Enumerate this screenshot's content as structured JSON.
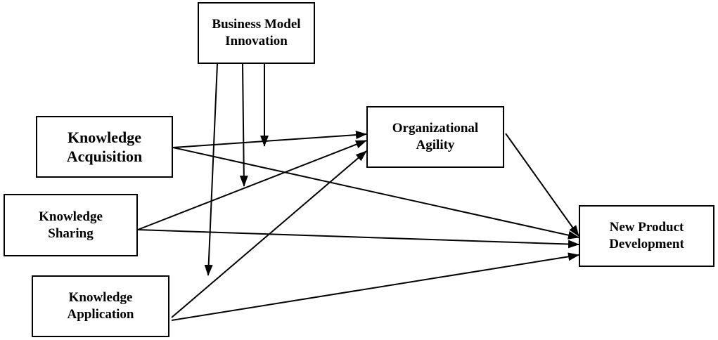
{
  "nodes": {
    "business_model_innovation": {
      "line1": "Business Model",
      "line2": "Innovation"
    },
    "knowledge_acquisition": {
      "line1": "Knowledge",
      "line2": "Acquisition"
    },
    "knowledge_sharing": {
      "line1": "Knowledge",
      "line2": "Sharing"
    },
    "knowledge_application": {
      "line1": "Knowledge",
      "line2": "Application"
    },
    "organizational_agility": {
      "line1": "Organizational",
      "line2": "Agility"
    },
    "new_product_development": {
      "line1": "New Product",
      "line2": "Development"
    }
  },
  "edges": [
    {
      "from": "knowledge_acquisition",
      "to": "organizational_agility"
    },
    {
      "from": "knowledge_sharing",
      "to": "organizational_agility"
    },
    {
      "from": "knowledge_application",
      "to": "organizational_agility"
    },
    {
      "from": "knowledge_acquisition",
      "to": "new_product_development"
    },
    {
      "from": "knowledge_sharing",
      "to": "new_product_development"
    },
    {
      "from": "knowledge_application",
      "to": "new_product_development"
    },
    {
      "from": "organizational_agility",
      "to": "new_product_development"
    }
  ],
  "moderation_edges": [
    {
      "from": "business_model_innovation",
      "moderates": "knowledge_acquisition -> organizational_agility"
    },
    {
      "from": "business_model_innovation",
      "moderates": "knowledge_sharing -> organizational_agility"
    },
    {
      "from": "business_model_innovation",
      "moderates": "knowledge_application -> organizational_agility"
    }
  ]
}
